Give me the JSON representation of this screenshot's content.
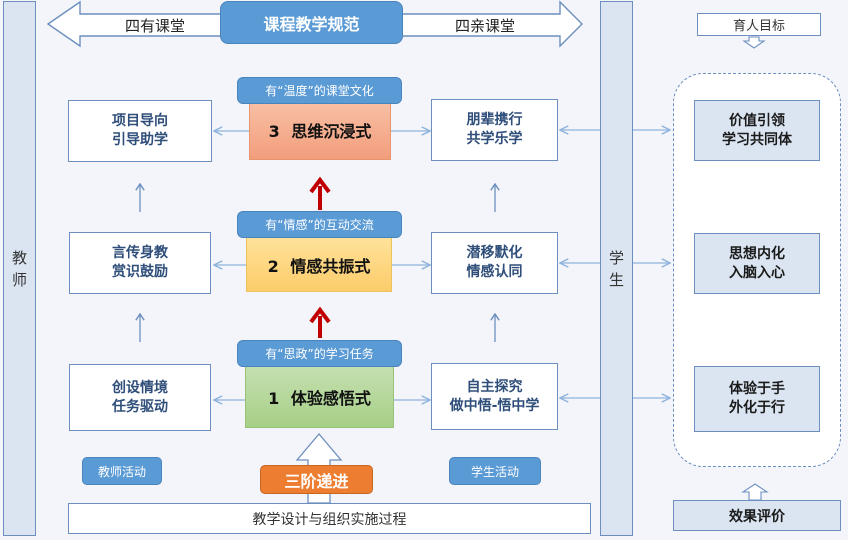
{
  "header": {
    "title": "课程教学规范",
    "left_arrow_label": "四有课堂",
    "right_arrow_label": "四亲课堂"
  },
  "teacher_bar": {
    "label_line1": "教",
    "label_line2": "师"
  },
  "student_bar": {
    "label_line1": "学",
    "label_line2": "生"
  },
  "teacher_activities": [
    {
      "line1": "项目导向",
      "line2": "引导助学"
    },
    {
      "line1": "言传身教",
      "line2": "赏识鼓励"
    },
    {
      "line1": "创设情境",
      "line2": "任务驱动"
    }
  ],
  "stages": [
    {
      "tag": "有“温度”的课堂文化",
      "label": "3 思维沉浸式"
    },
    {
      "tag": "有“情感”的互动交流",
      "label": "2 情感共振式"
    },
    {
      "tag": "有“思政”的学习任务",
      "label": "1 体验感悟式"
    }
  ],
  "student_activities": [
    {
      "line1": "朋辈携行",
      "line2": "共学乐学"
    },
    {
      "line1": "潜移默化",
      "line2": "情感认同"
    },
    {
      "line1": "自主探究",
      "line2": "做中悟-悟中学"
    }
  ],
  "goals": {
    "title": "育人目标",
    "items": [
      {
        "line1": "价值引领",
        "line2": "学习共同体"
      },
      {
        "line1": "思想内化",
        "line2": "入脑入心"
      },
      {
        "line1": "体验于手",
        "line2": "外化于行"
      }
    ],
    "evaluation": "效果评价"
  },
  "footer": {
    "teacher_activity_label": "教师活动",
    "student_activity_label": "学生活动",
    "progression_label": "三阶递进",
    "process_label": "教学设计与组织实施过程"
  },
  "colors": {
    "accent_blue": "#5b9bd5",
    "stage3": "#f4a987",
    "stage2": "#fdd47c",
    "stage1": "#b3d79b",
    "progression_orange": "#ed7d31",
    "up_arrow_red": "#c00000",
    "bar_fill": "#dbe5f1",
    "line_blue": "#6d8fbf"
  }
}
